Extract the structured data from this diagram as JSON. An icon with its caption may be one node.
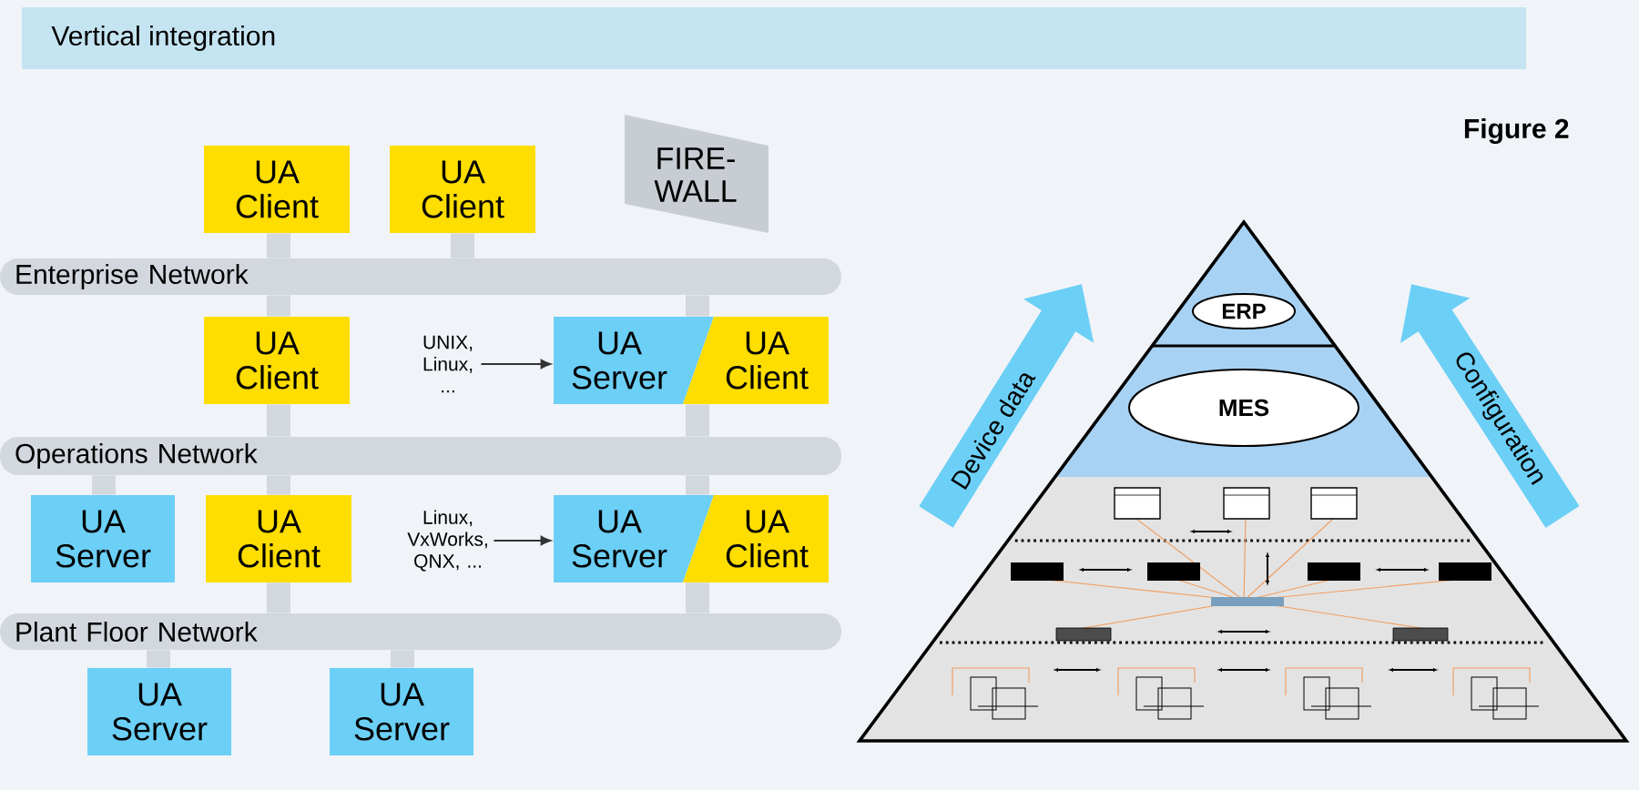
{
  "diagram": {
    "title": "Vertical integration",
    "nodes": [
      {
        "text": [
          "Enterprise Network"
        ]
      },
      {
        "text": [
          "Operations Network"
        ]
      },
      {
        "text": [
          "Plant Floor Network"
        ]
      },
      {
        "text": [
          "UA Client"
        ]
      },
      {
        "text": [
          "UA Client"
        ]
      },
      {
        "text": [
          "FIRE- WALL"
        ]
      },
      {
        "text": [
          "UA Client"
        ]
      },
      {
        "text": [
          "UNIX, Linux, ..."
        ]
      },
      {
        "text": [
          "UA Server"
        ]
      },
      {
        "text": [
          "UA Client"
        ]
      },
      {
        "text": [
          "UA Server"
        ]
      },
      {
        "text": [
          "UA Client"
        ]
      },
      {
        "text": [
          "Linux, VxWorks, QNX, ..."
        ]
      },
      {
        "text": [
          "UA Server"
        ]
      },
      {
        "text": [
          "UA Client"
        ]
      },
      {
        "text": [
          "UA Server"
        ]
      },
      {
        "text": [
          "UA Server"
        ]
      },
      {
        "text": [
          "ERP"
        ]
      },
      {
        "text": [
          "MES"
        ]
      }
    ],
    "edges": [
      {
        "from": 3,
        "to": 0,
        "arrow": "none"
      },
      {
        "from": 4,
        "to": 0,
        "arrow": "none"
      },
      {
        "from": 6,
        "to": 0,
        "arrow": "none"
      },
      {
        "from": 8,
        "to": 0,
        "arrow": "none"
      },
      {
        "from": 7,
        "to": 8,
        "arrow": "to",
        "color": "#333333"
      },
      {
        "from": 6,
        "to": 1,
        "arrow": "none"
      },
      {
        "from": 8,
        "to": 1,
        "arrow": "none"
      },
      {
        "from": 10,
        "to": 1,
        "arrow": "none"
      },
      {
        "from": 11,
        "to": 1,
        "arrow": "none"
      },
      {
        "from": 13,
        "to": 1,
        "arrow": "none"
      },
      {
        "from": 12,
        "to": 13,
        "arrow": "to",
        "color": "#333333"
      },
      {
        "from": 11,
        "to": 2,
        "arrow": "none"
      },
      {
        "from": 13,
        "to": 2,
        "arrow": "none"
      },
      {
        "from": 15,
        "to": 2,
        "arrow": "none"
      },
      {
        "from": 16,
        "to": 2,
        "arrow": "none"
      }
    ],
    "labels": [
      "Figure 2",
      "Device data",
      "Configuration"
    ]
  }
}
